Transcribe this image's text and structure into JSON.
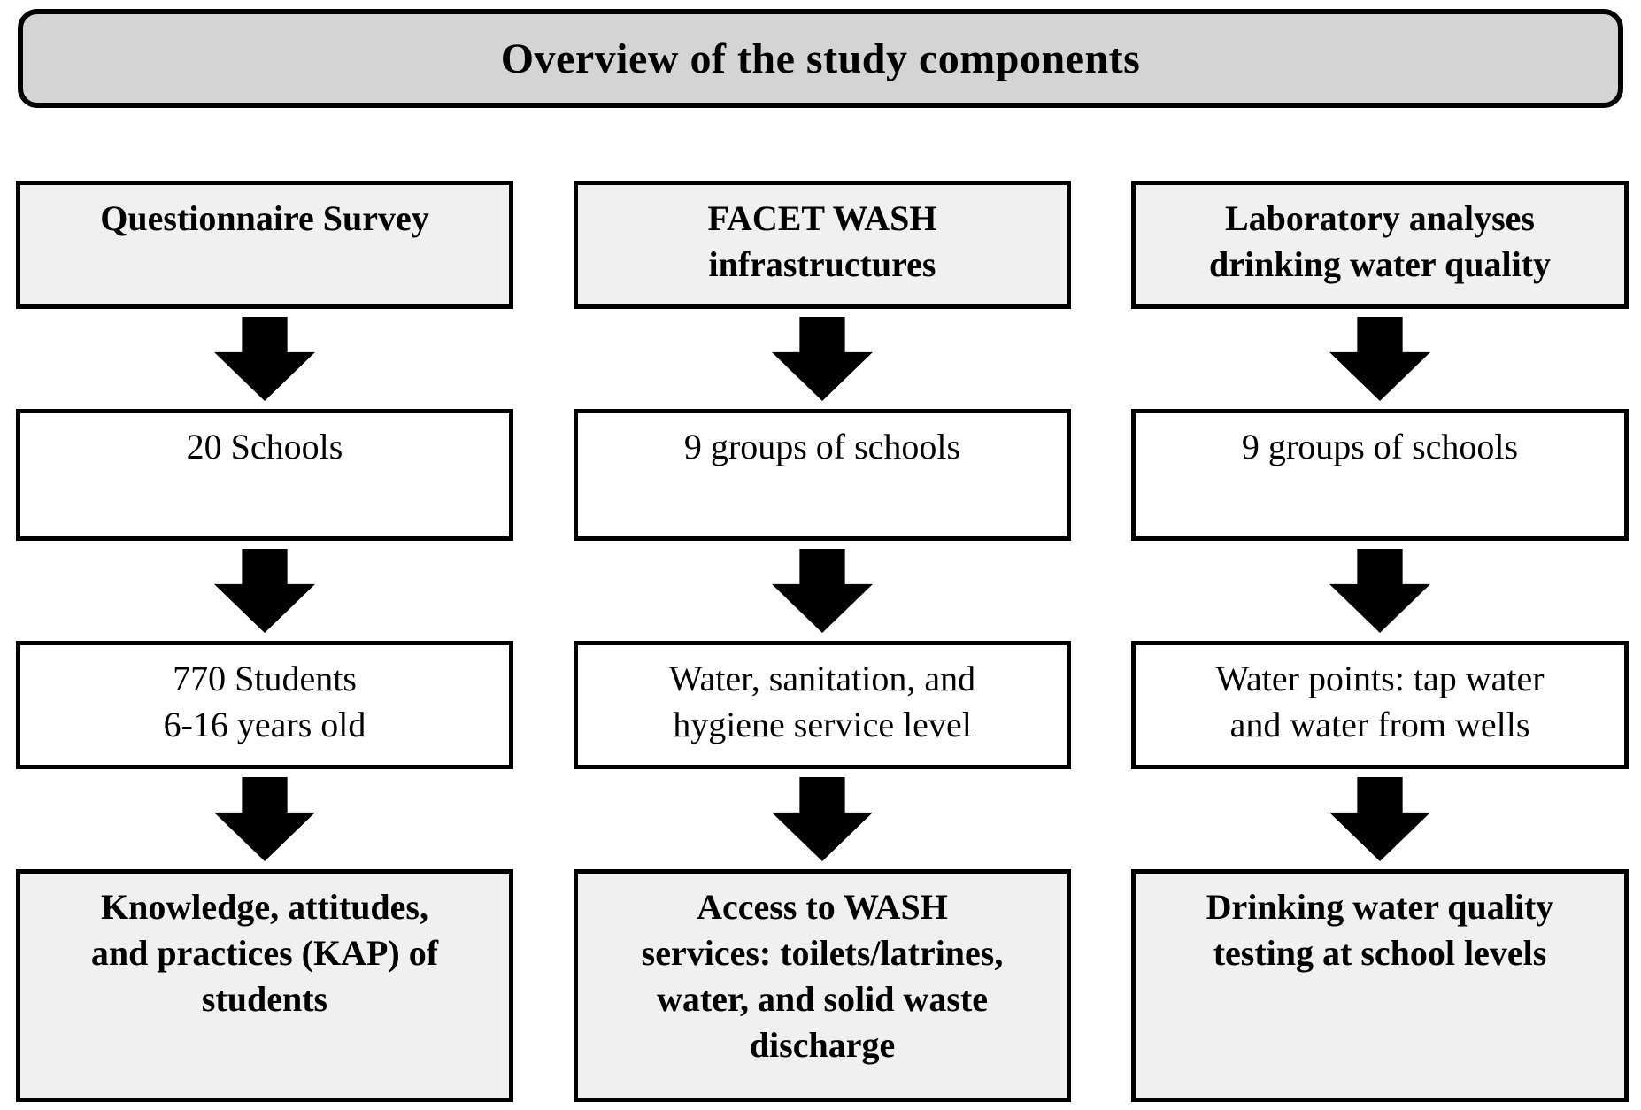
{
  "diagram": {
    "title": "Overview of the study components"
  },
  "colors": {
    "title_bg": "#d4d4d4",
    "emphasis_box_bg": "#f0f0f0",
    "plain_box_bg": "#ffffff",
    "border": "#000000",
    "arrow": "#000000"
  },
  "columns": [
    {
      "name": "questionnaire-survey",
      "boxes": [
        {
          "role": "component-header",
          "lines": [
            "Questionnaire Survey"
          ]
        },
        {
          "role": "sample",
          "lines": [
            "20 Schools"
          ]
        },
        {
          "role": "detail",
          "lines": [
            "770 Students",
            "6-16 years old"
          ]
        },
        {
          "role": "outcome",
          "lines": [
            "Knowledge, attitudes,",
            "and practices (KAP) of",
            "students"
          ]
        }
      ]
    },
    {
      "name": "facet-wash-infrastructures",
      "boxes": [
        {
          "role": "component-header",
          "lines": [
            "FACET WASH",
            "infrastructures"
          ]
        },
        {
          "role": "sample",
          "lines": [
            "9 groups of schools"
          ]
        },
        {
          "role": "detail",
          "lines": [
            "Water, sanitation, and",
            "hygiene service level"
          ]
        },
        {
          "role": "outcome",
          "lines": [
            "Access to WASH",
            "services: toilets/latrines,",
            "water, and solid waste",
            "discharge"
          ]
        }
      ]
    },
    {
      "name": "laboratory-analyses",
      "boxes": [
        {
          "role": "component-header",
          "lines": [
            "Laboratory analyses",
            "drinking water quality"
          ]
        },
        {
          "role": "sample",
          "lines": [
            "9 groups of schools"
          ]
        },
        {
          "role": "detail",
          "lines": [
            "Water points: tap water",
            "and water from wells"
          ]
        },
        {
          "role": "outcome",
          "lines": [
            "Drinking water quality",
            "testing at school levels"
          ]
        }
      ]
    }
  ]
}
